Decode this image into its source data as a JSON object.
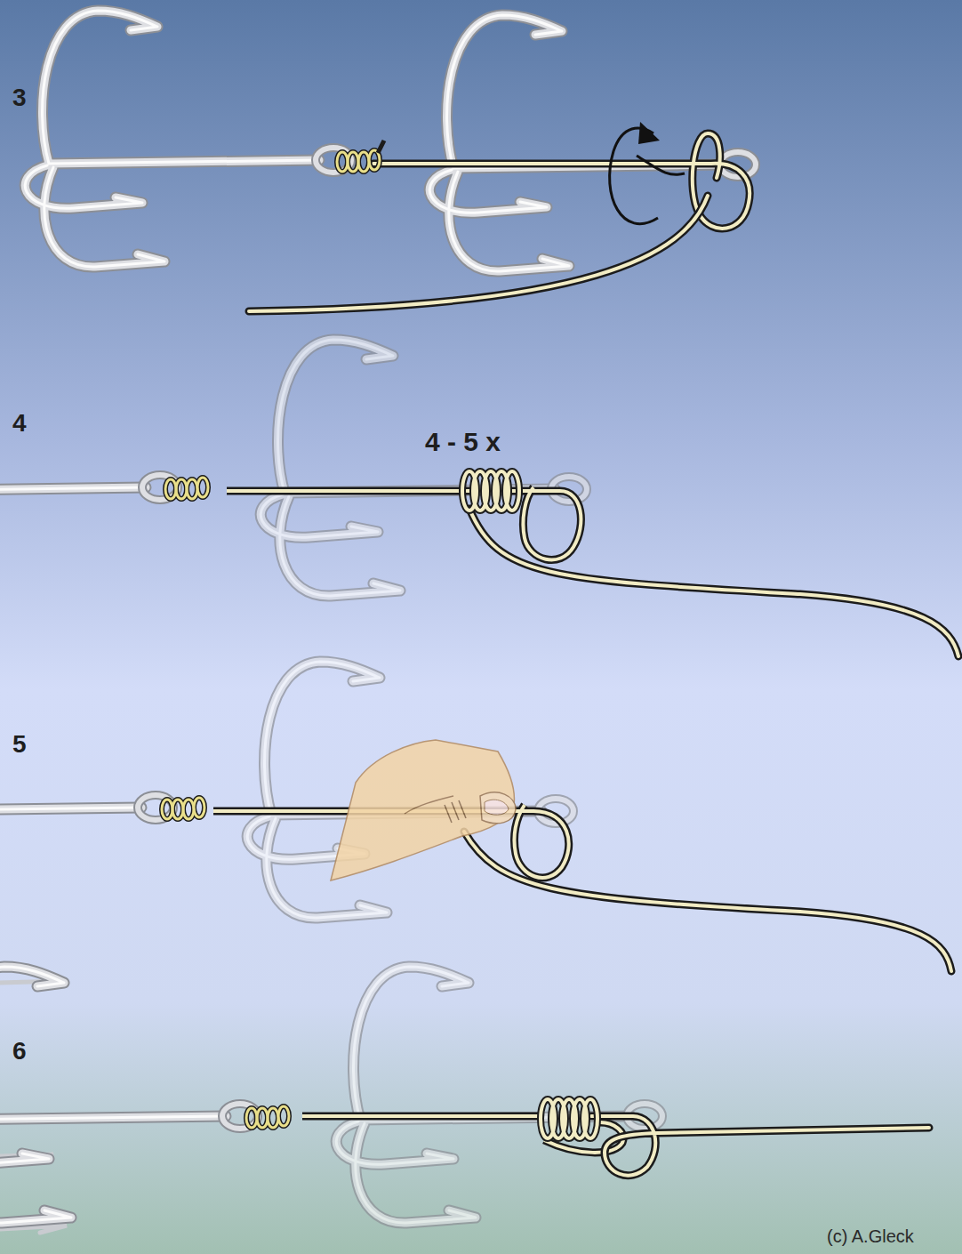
{
  "diagram": {
    "labels": [
      "3",
      "4",
      "4 - 5 x",
      "5",
      "6",
      "(c) A.Gleck"
    ]
  }
}
